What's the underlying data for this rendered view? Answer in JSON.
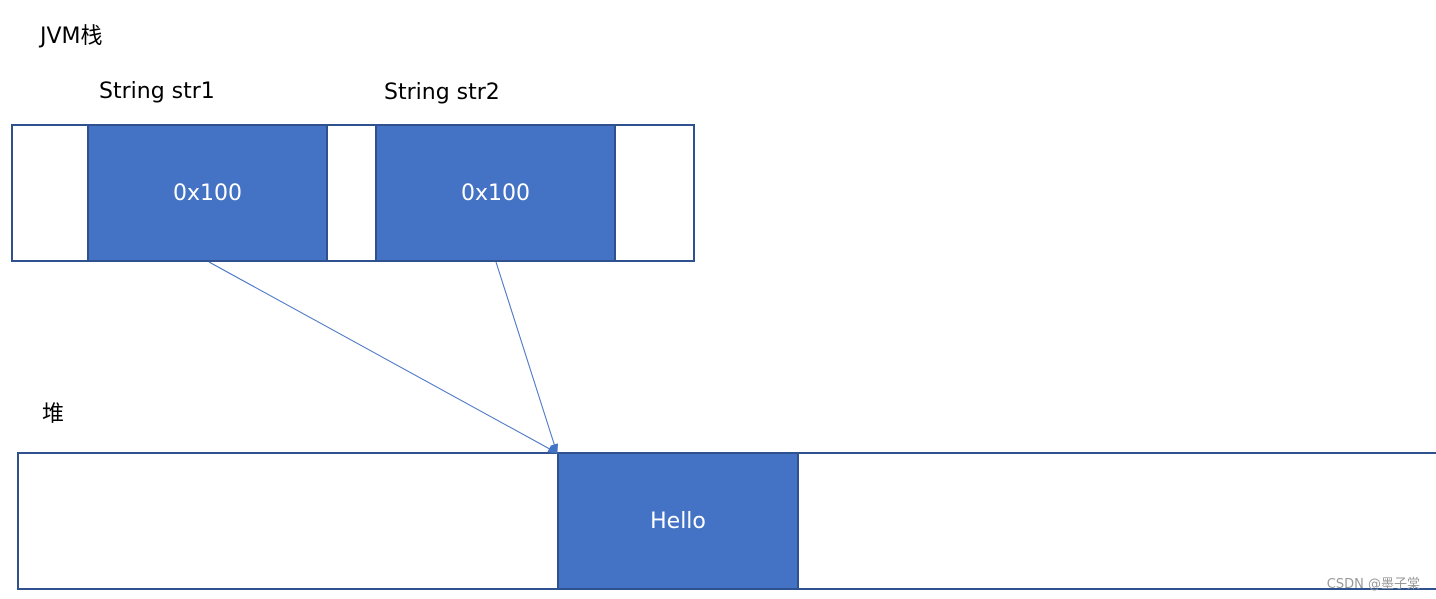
{
  "stack": {
    "title": "JVM栈",
    "vars": [
      {
        "label": "String str1",
        "value": "0x100"
      },
      {
        "label": "String str2",
        "value": "0x100"
      }
    ]
  },
  "heap": {
    "title": "堆",
    "object": "Hello"
  },
  "colors": {
    "cell_fill": "#4472C4",
    "border": "#2F528F",
    "arrow": "#4472C4"
  },
  "watermark": "CSDN @墨子棠"
}
